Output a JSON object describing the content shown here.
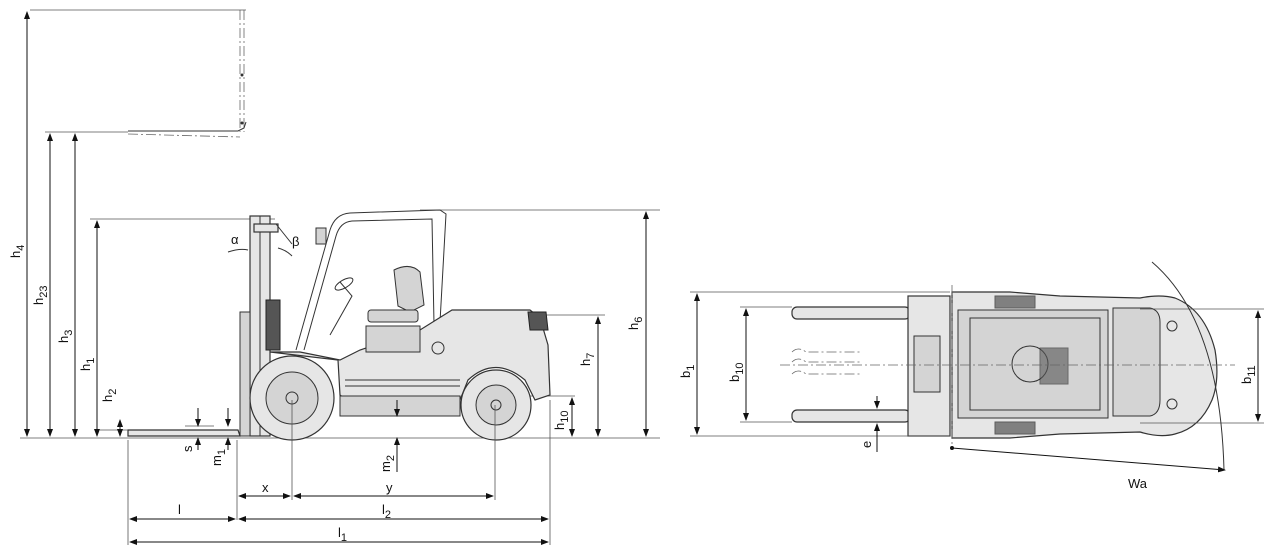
{
  "side_view": {
    "labels": {
      "h4": "h4",
      "h23": "h23",
      "h3": "h3",
      "h1": "h1",
      "h2": "h2",
      "h6": "h6",
      "h7": "h7",
      "h10": "h10",
      "s": "s",
      "m1": "m1",
      "m2": "m2",
      "x": "x",
      "y": "y",
      "l": "l",
      "l2": "l2",
      "l1": "l1",
      "alpha": "α",
      "beta": "β"
    }
  },
  "top_view": {
    "labels": {
      "b1": "b1",
      "b10": "b10",
      "b11": "b11",
      "e": "e",
      "Wa": "Wa"
    }
  },
  "colors": {
    "line": "#111111",
    "body_fill": "#e6e6e6",
    "shade": "#d4d4d4",
    "dark": "#555555"
  }
}
